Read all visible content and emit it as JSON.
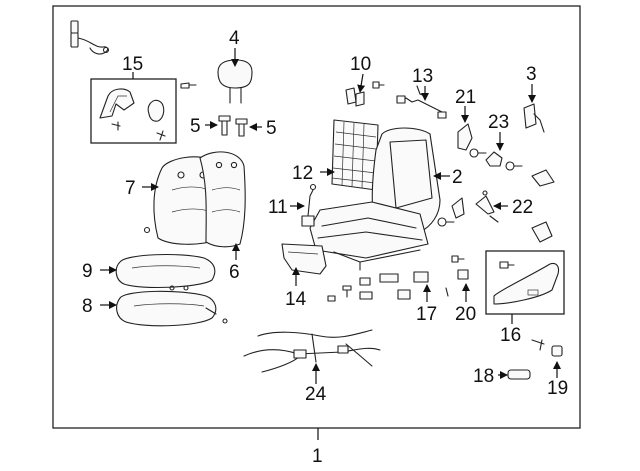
{
  "callouts": {
    "c1": "1",
    "c2": "2",
    "c3": "3",
    "c4": "4",
    "c5a": "5",
    "c5b": "5",
    "c6": "6",
    "c7": "7",
    "c8": "8",
    "c9": "9",
    "c10": "10",
    "c11": "11",
    "c12": "12",
    "c13": "13",
    "c14": "14",
    "c15": "15",
    "c16": "16",
    "c17": "17",
    "c18": "18",
    "c19": "19",
    "c20": "20",
    "c21": "21",
    "c22": "22",
    "c23": "23",
    "c24": "24"
  }
}
